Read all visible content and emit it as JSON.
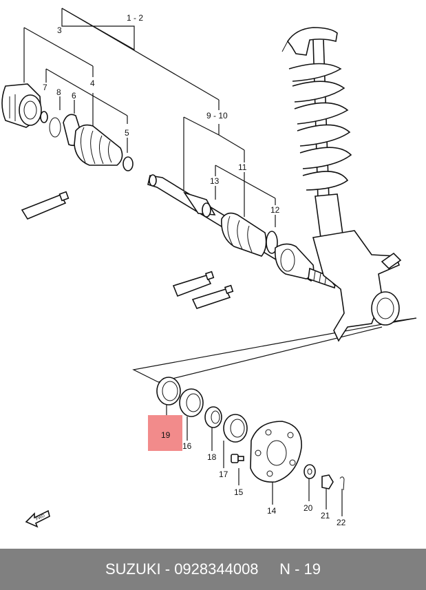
{
  "callouts": {
    "c1_2": "1 - 2",
    "c3": "3",
    "c4": "4",
    "c5": "5",
    "c6": "6",
    "c7": "7",
    "c8": "8",
    "c9_10": "9 - 10",
    "c11": "11",
    "c12": "12",
    "c13": "13",
    "c14": "14",
    "c15": "15",
    "c16": "16",
    "c17": "17",
    "c18": "18",
    "c19": "19",
    "c20": "20",
    "c21": "21",
    "c22": "22"
  },
  "highlight": {
    "part": "19",
    "color": "#f28b8b"
  },
  "direction": {
    "label": "FWD"
  },
  "footer": {
    "text": "SUZUKI - 0928344008     N - 19"
  }
}
